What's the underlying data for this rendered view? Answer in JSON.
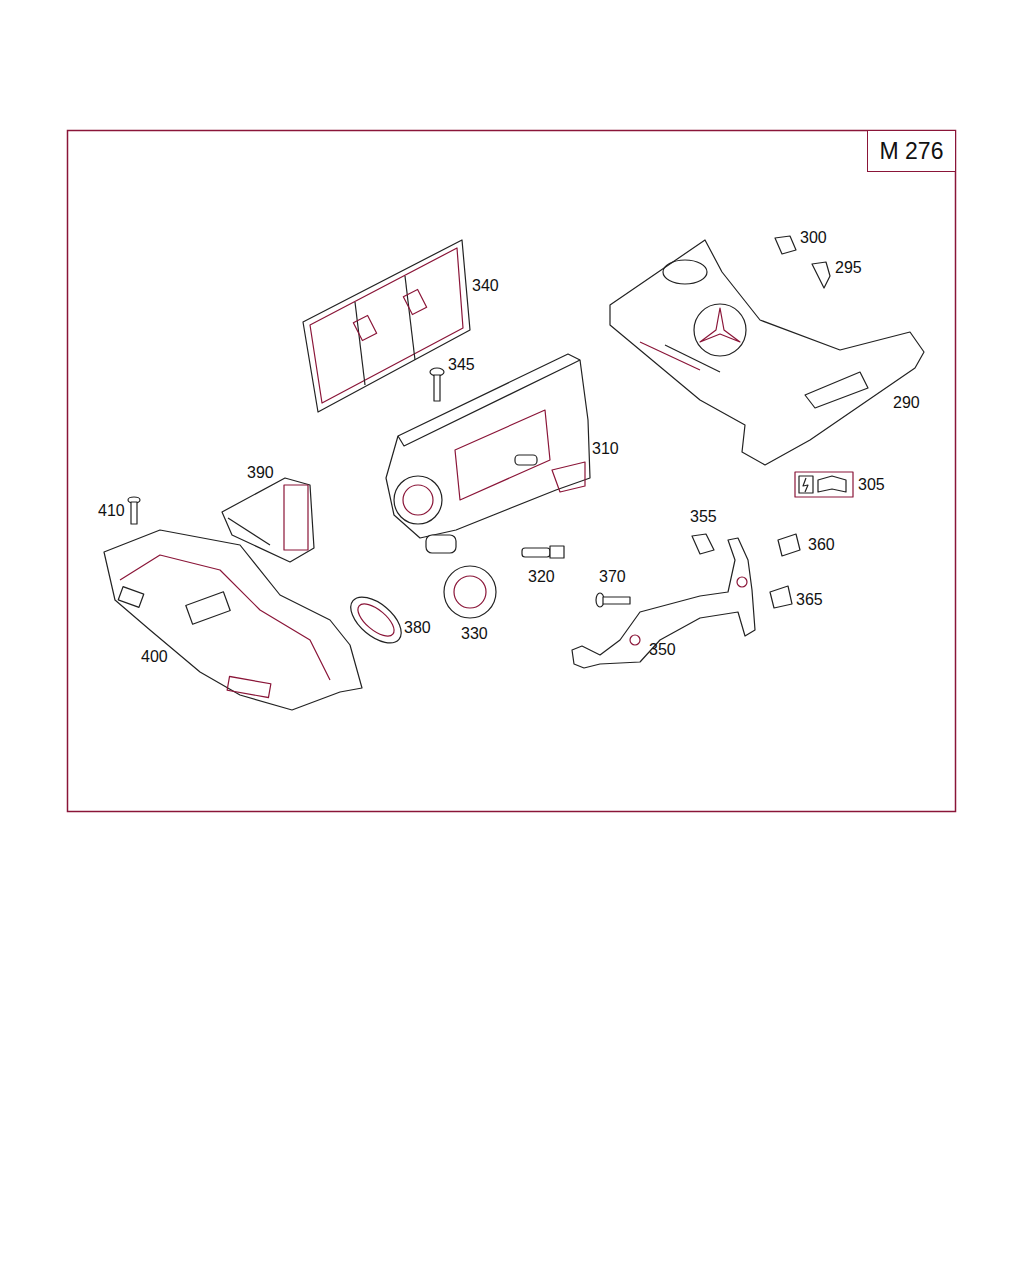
{
  "diagram": {
    "nodes": [
      {
        "text": [
          "M 276"
        ]
      }
    ],
    "edges": [],
    "labels": [
      "300",
      "295",
      "340",
      "345",
      "290",
      "310",
      "390",
      "305",
      "410",
      "355",
      "360",
      "320",
      "370",
      "365",
      "380",
      "330",
      "400",
      "350"
    ]
  }
}
